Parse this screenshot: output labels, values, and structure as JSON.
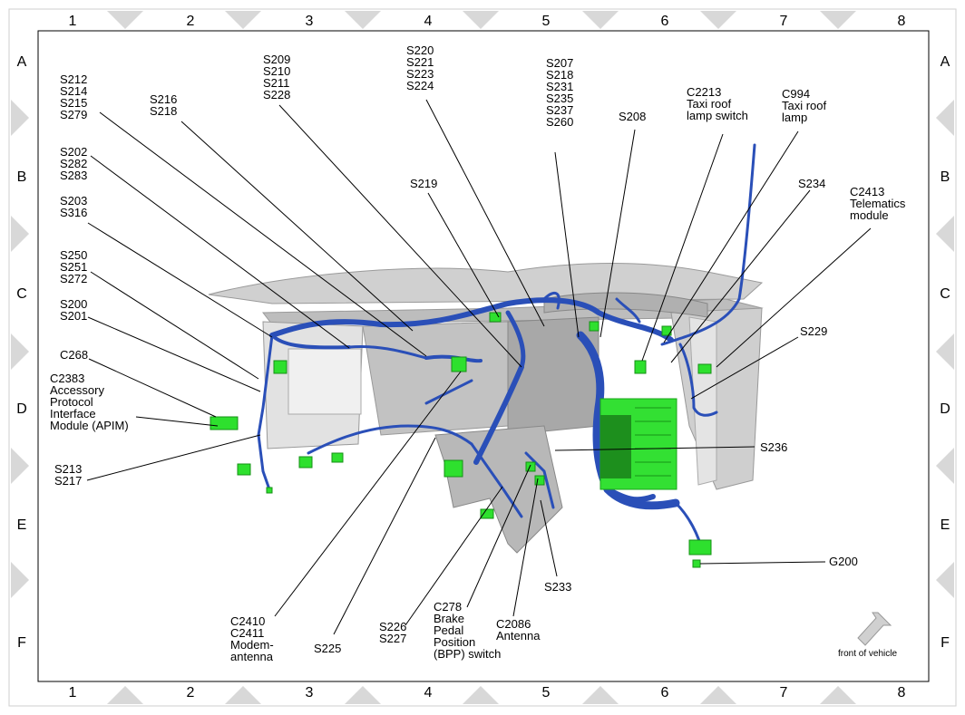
{
  "columns": [
    "1",
    "2",
    "3",
    "4",
    "5",
    "6",
    "7",
    "8"
  ],
  "rows": [
    "A",
    "B",
    "C",
    "D",
    "E",
    "F"
  ],
  "callouts": {
    "c1": [
      "S212",
      "S214",
      "S215",
      "S279"
    ],
    "c2": [
      "S216",
      "S218"
    ],
    "c3": [
      "S209",
      "S210",
      "S211",
      "S228"
    ],
    "c4": [
      "S220",
      "S221",
      "S223",
      "S224"
    ],
    "c5": [
      "S207",
      "S218",
      "S231",
      "S235",
      "S237",
      "S260"
    ],
    "c6": [
      "S208"
    ],
    "c7": [
      "C2213",
      "Taxi roof",
      "lamp switch"
    ],
    "c8": [
      "C994",
      "Taxi roof",
      "lamp"
    ],
    "c9": [
      "S202",
      "S282",
      "S283"
    ],
    "c10": [
      "S219"
    ],
    "c11": [
      "S234"
    ],
    "c12": [
      "C2413",
      "Telematics",
      "module"
    ],
    "c13": [
      "S203",
      "S316"
    ],
    "c14": [
      "S250",
      "S251",
      "S272"
    ],
    "c15": [
      "S200",
      "S201"
    ],
    "c16": [
      "S229"
    ],
    "c17": [
      "C268"
    ],
    "c18": [
      "C2383",
      "Accessory",
      "Protocol",
      "Interface",
      "Module (APIM)"
    ],
    "c19": [
      "S236"
    ],
    "c20": [
      "S213",
      "S217"
    ],
    "c21": [
      "G200"
    ],
    "c22": [
      "S233"
    ],
    "c23": [
      "C2410",
      "C2411",
      "Modem-",
      "antenna"
    ],
    "c24": [
      "S225"
    ],
    "c25": [
      "S226",
      "S227"
    ],
    "c26": [
      "C278",
      "Brake",
      "Pedal",
      "Position",
      "(BPP) switch"
    ],
    "c27": [
      "C2086",
      "Antenna"
    ]
  },
  "front_label": "front of vehicle",
  "colors": {
    "harness": "#2a4fb8",
    "connector": "#22dd22",
    "panel": "#c8c8c8",
    "border_marker": "#d6d6d6"
  }
}
